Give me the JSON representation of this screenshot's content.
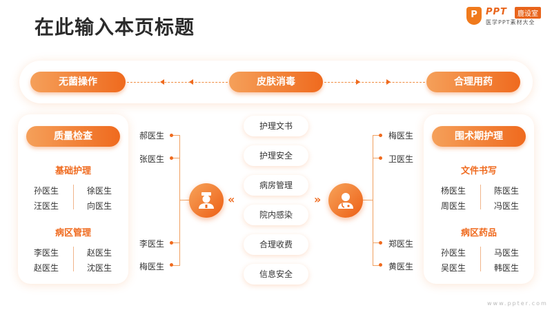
{
  "title": "在此输入本页标题",
  "logo": {
    "mark": "P",
    "brand": "PPT",
    "badge": "鹿设室",
    "subtitle": "医学PPT素材大全"
  },
  "top_row": [
    "无菌操作",
    "皮肤消毒",
    "合理用药"
  ],
  "left_panel": {
    "header": "质量检查",
    "groups": [
      {
        "title": "基础护理",
        "col1": [
          "孙医生",
          "汪医生"
        ],
        "col2": [
          "徐医生",
          "向医生"
        ]
      },
      {
        "title": "病区管理",
        "col1": [
          "李医生",
          "赵医生"
        ],
        "col2": [
          "赵医生",
          "沈医生"
        ]
      }
    ]
  },
  "right_panel": {
    "header": "围术期护理",
    "groups": [
      {
        "title": "文件书写",
        "col1": [
          "杨医生",
          "周医生"
        ],
        "col2": [
          "陈医生",
          "冯医生"
        ]
      },
      {
        "title": "病区药品",
        "col1": [
          "孙医生",
          "吴医生"
        ],
        "col2": [
          "马医生",
          "韩医生"
        ]
      }
    ]
  },
  "left_doctors": [
    "郝医生",
    "张医生",
    "李医生",
    "梅医生"
  ],
  "right_doctors": [
    "梅医生",
    "卫医生",
    "郑医生",
    "黄医生"
  ],
  "middle_items": [
    "护理文书",
    "护理安全",
    "病房管理",
    "院内感染",
    "合理收费",
    "信息安全"
  ],
  "icons": {
    "left_circle": "nurse-icon",
    "right_circle": "doctor-icon"
  },
  "watermark": "www.ppter.com",
  "colors": {
    "accent": "#ef6a1e",
    "accent_light": "#f5a05a"
  }
}
